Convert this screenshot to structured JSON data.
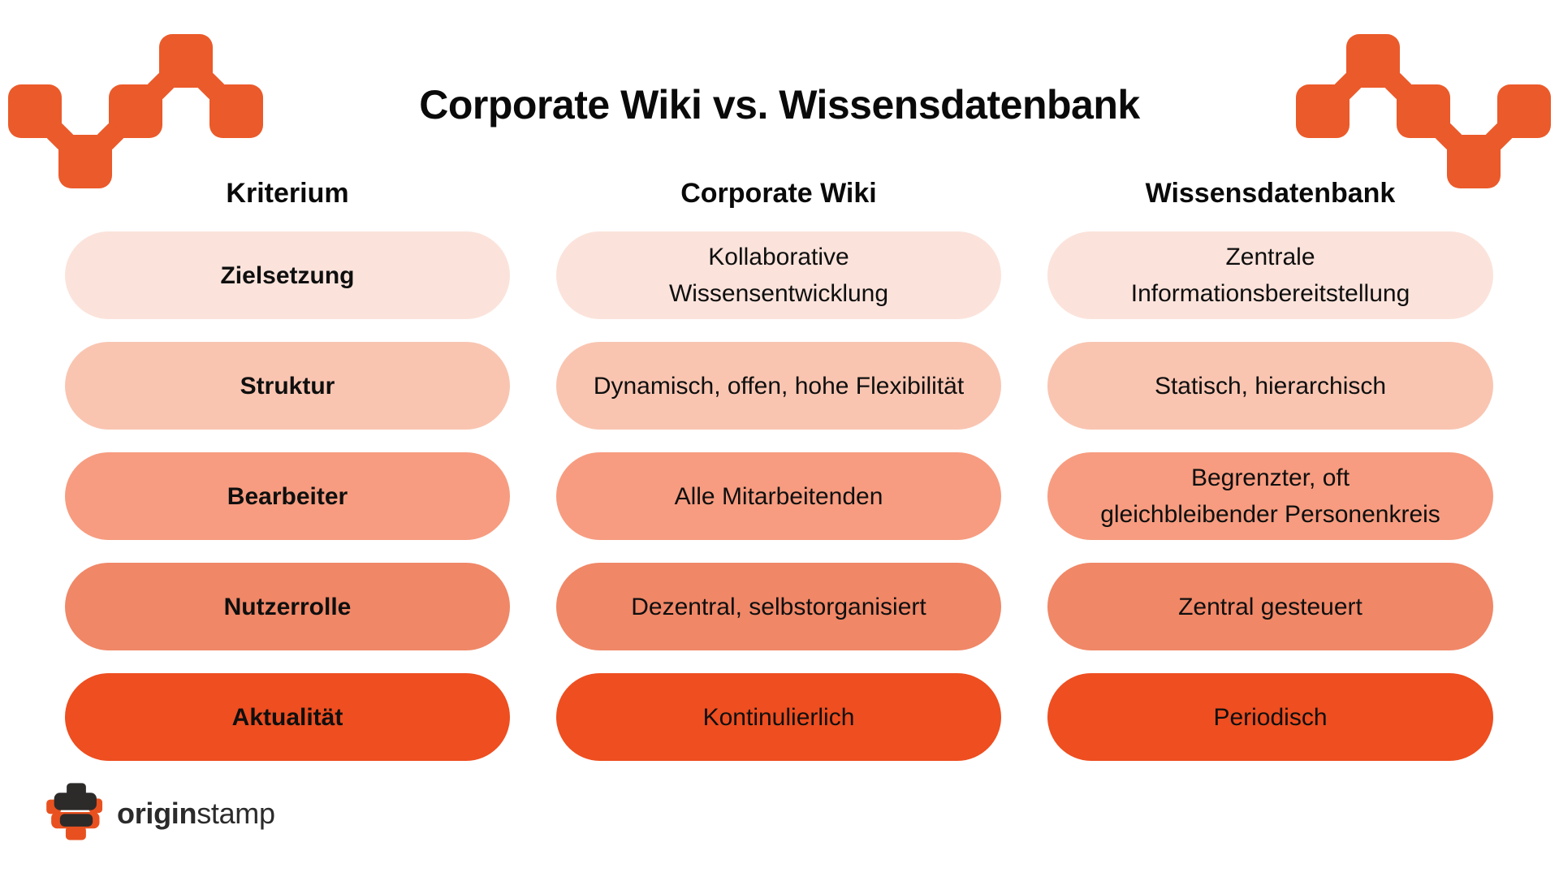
{
  "title": "Corporate Wiki vs. Wissensdatenbank",
  "columns": [
    "Kriterium",
    "Corporate Wiki",
    "Wissensdatenbank"
  ],
  "rows": [
    {
      "criterion": "Zielsetzung",
      "wiki": "Kollaborative\nWissensentwicklung",
      "kb": "Zentrale\nInformationsbereitstellung",
      "color": "#FBE3DB"
    },
    {
      "criterion": "Struktur",
      "wiki": "Dynamisch, offen, hohe Flexibilität",
      "kb": "Statisch, hierarchisch",
      "color": "#F9C5B1"
    },
    {
      "criterion": "Bearbeiter",
      "wiki": "Alle Mitarbeitenden",
      "kb": "Begrenzter, oft\ngleichbleibender Personenkreis",
      "color": "#F79C80"
    },
    {
      "criterion": "Nutzerrolle",
      "wiki": "Dezentral, selbstorganisiert",
      "kb": "Zentral gesteuert",
      "color": "#F08767"
    },
    {
      "criterion": "Aktualität",
      "wiki": "Kontinulierlich",
      "kb": "Periodisch",
      "color": "#EE4E20"
    }
  ],
  "logo": {
    "brand_bold": "origin",
    "brand_regular": "stamp"
  },
  "colors": {
    "brand_orange": "#EB5A2A",
    "logo_orange": "#E8511F",
    "logo_dark": "#2D2A2A",
    "text": "#0F0F0F",
    "row_shades": [
      "#FBE3DB",
      "#F9C5B1",
      "#F79C80",
      "#F08767",
      "#EE4E20"
    ]
  },
  "icons": {
    "deco_left": "pixel-chain-decoration-left",
    "deco_right": "pixel-chain-decoration-right",
    "logo_mark": "originstamp-mark"
  }
}
